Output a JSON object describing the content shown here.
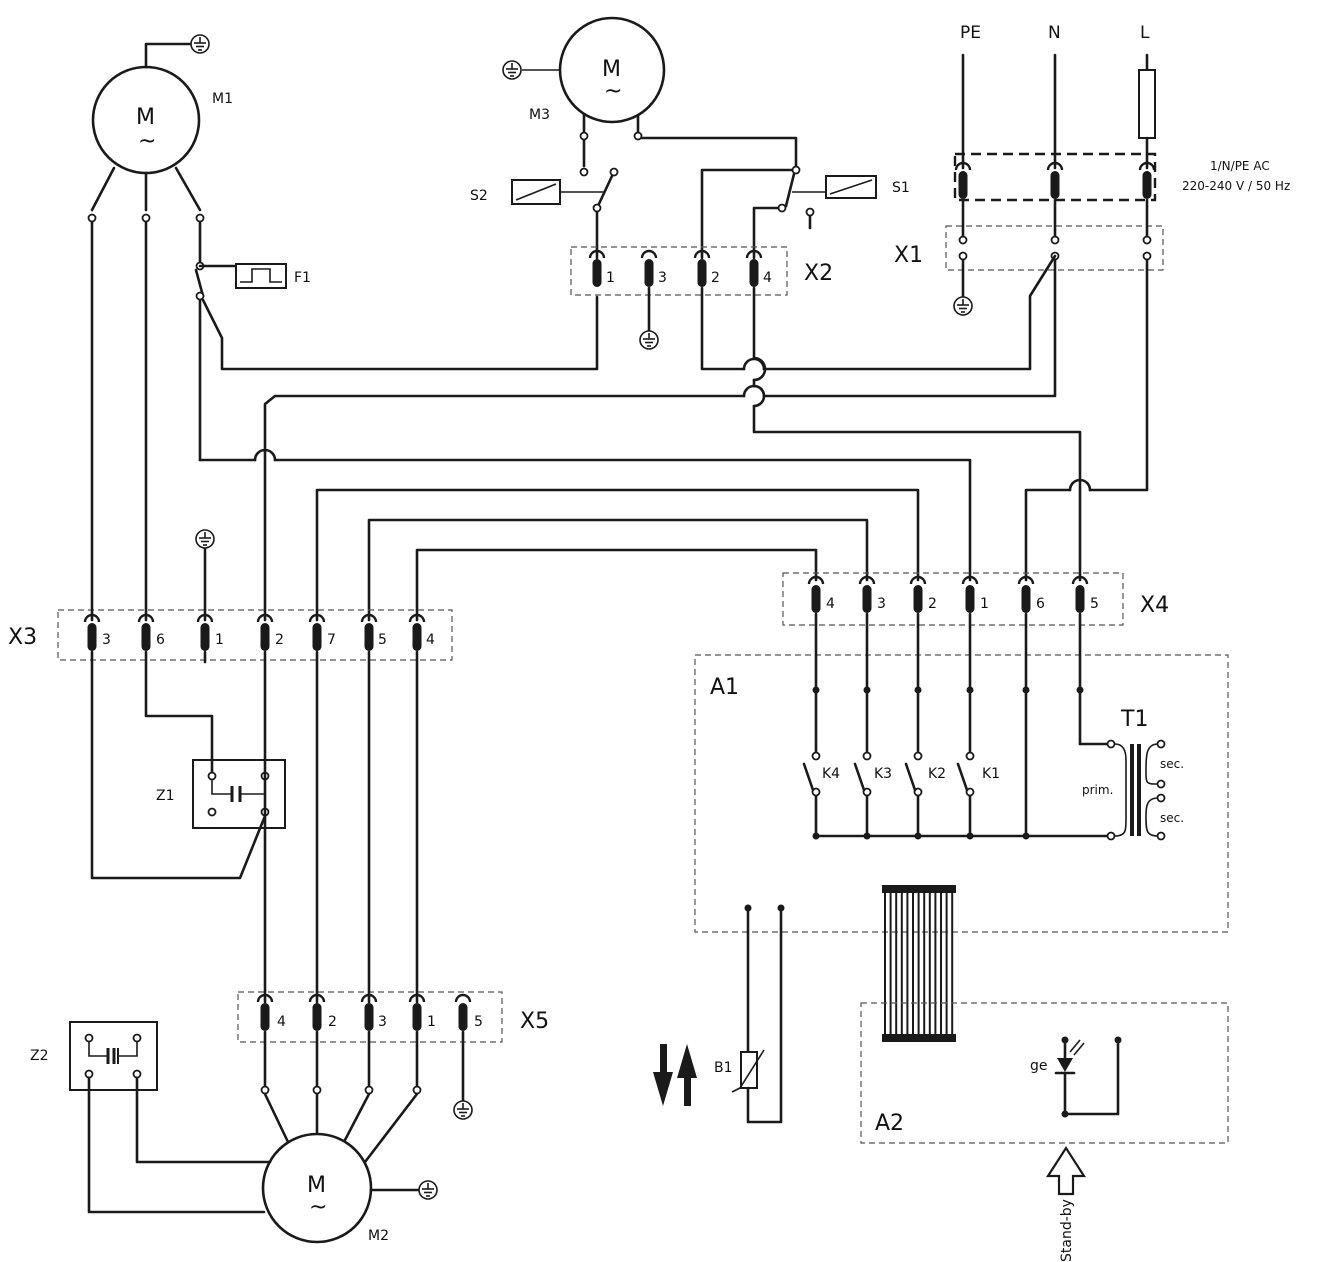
{
  "supply": {
    "pe": "PE",
    "n": "N",
    "l": "L",
    "spec_line1": "1/N/PE AC",
    "spec_line2": "220-240 V / 50 Hz"
  },
  "motors": {
    "m1": {
      "label": "M1",
      "symbol": "M",
      "tilde": "~"
    },
    "m2": {
      "label": "M2",
      "symbol": "M",
      "tilde": "~"
    },
    "m3": {
      "label": "M3",
      "symbol": "M",
      "tilde": "~"
    }
  },
  "components": {
    "f1": "F1",
    "s1": "S1",
    "s2": "S2",
    "z1": "Z1",
    "z2": "Z2",
    "b1": "B1",
    "t1": "T1",
    "a1": "A1",
    "a2": "A2",
    "k1": "K1",
    "k2": "K2",
    "k3": "K3",
    "k4": "K4",
    "prim": "prim.",
    "sec_top": "sec.",
    "sec_bottom": "sec.",
    "ge": "ge",
    "standby": "Stand-by"
  },
  "connectors": {
    "x1": {
      "label": "X1"
    },
    "x2": {
      "label": "X2",
      "pins": [
        "1",
        "3",
        "2",
        "4"
      ]
    },
    "x3": {
      "label": "X3",
      "pins": [
        "3",
        "6",
        "1",
        "2",
        "7",
        "5",
        "4"
      ]
    },
    "x4": {
      "label": "X4",
      "pins": [
        "4",
        "3",
        "2",
        "1",
        "6",
        "5"
      ]
    },
    "x5": {
      "label": "X5",
      "pins": [
        "4",
        "2",
        "3",
        "1",
        "5"
      ]
    }
  }
}
